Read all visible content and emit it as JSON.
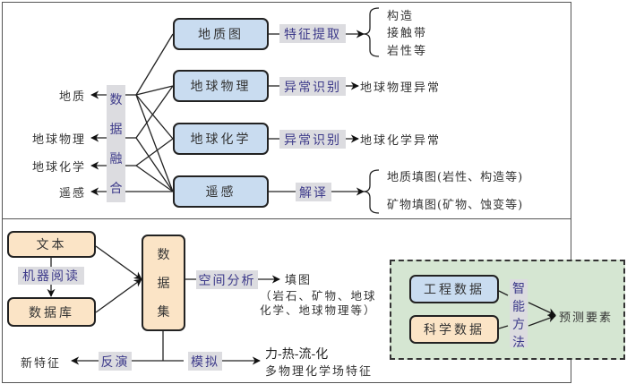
{
  "top": {
    "fusion_label": [
      "数",
      "据",
      "融",
      "合"
    ],
    "left_outputs": [
      "地质",
      "地球物理",
      "地球化学",
      "遥感"
    ],
    "sources": [
      {
        "name": "地质图",
        "process": "特征提取",
        "results": [
          "构造",
          "接触带",
          "岩性等"
        ]
      },
      {
        "name": "地球物理",
        "process": "异常识别",
        "results": [
          "地球物理异常"
        ]
      },
      {
        "name": "地球化学",
        "process": "异常识别",
        "results": [
          "地球化学异常"
        ]
      },
      {
        "name": "遥感",
        "process": "解译",
        "results": [
          "地质填图(岩性、构造等)",
          "矿物填图(矿物、蚀变等)"
        ]
      }
    ]
  },
  "bottom": {
    "text_box": "文本",
    "machine_reading": "机器阅读",
    "database": "数据库",
    "dataset": [
      "数",
      "据",
      "集"
    ],
    "spatial_analysis": "空间分析",
    "mapping_title": "填图",
    "mapping_line1": "（岩石、矿物、地球",
    "mapping_line2": "化学、地球物理等）",
    "inversion": "反演",
    "new_features": "新特征",
    "simulation": "模拟",
    "sim_line1": "力-热-流-化",
    "sim_line2": "多物理化学场特征"
  },
  "green_panel": {
    "engineering_data": "工程数据",
    "science_data": "科学数据",
    "intelligent_method": [
      "智",
      "能",
      "方",
      "法"
    ],
    "prediction": "预测要素"
  },
  "colors": {
    "blue_fill": "#c9dcf0",
    "orange_fill": "#fbe4c6",
    "green_fill": "#d5e6d2",
    "tag_fill": "#dcdce0",
    "tag_text": "#3d3a8a"
  }
}
